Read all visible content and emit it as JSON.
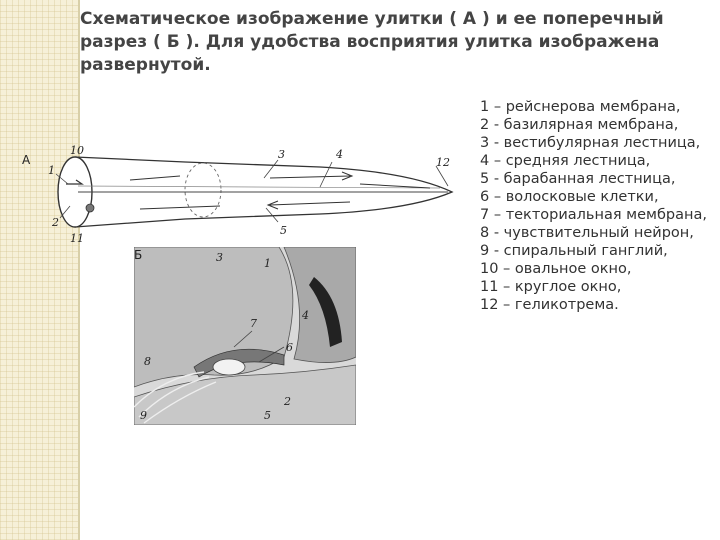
{
  "slide": {
    "title": "Схематическое изображение улитки ( А ) и ее поперечный разрез ( Б ). Для удобства восприятия улитка изображена развернутой."
  },
  "figure_a": {
    "caption": "А",
    "labels": {
      "l1": "1",
      "l2": "2",
      "l3": "3",
      "l4": "4",
      "l5": "5",
      "l10": "10",
      "l11": "11",
      "l12": "12"
    }
  },
  "figure_b": {
    "caption": "Б",
    "labels": {
      "l1": "1",
      "l2": "2",
      "l3": "3",
      "l4": "4",
      "l5": "5",
      "l6": "6",
      "l7": "7",
      "l8": "8",
      "l9": "9"
    }
  },
  "legend": [
    "1 – рейснерова мембрана,",
    "2 - базилярная мембрана,",
    "3 - вестибулярная лестница,",
    "4 – средняя лестница,",
    "5 - барабанная лестница,",
    "6 – волосковые клетки,",
    "7 – текториальная мембрана,",
    "8 - чувствительный нейрон,",
    "9 - спиральный ганглий,",
    "10 – овальное окно,",
    "11 – круглое окно,",
    "12 – геликотрема."
  ]
}
